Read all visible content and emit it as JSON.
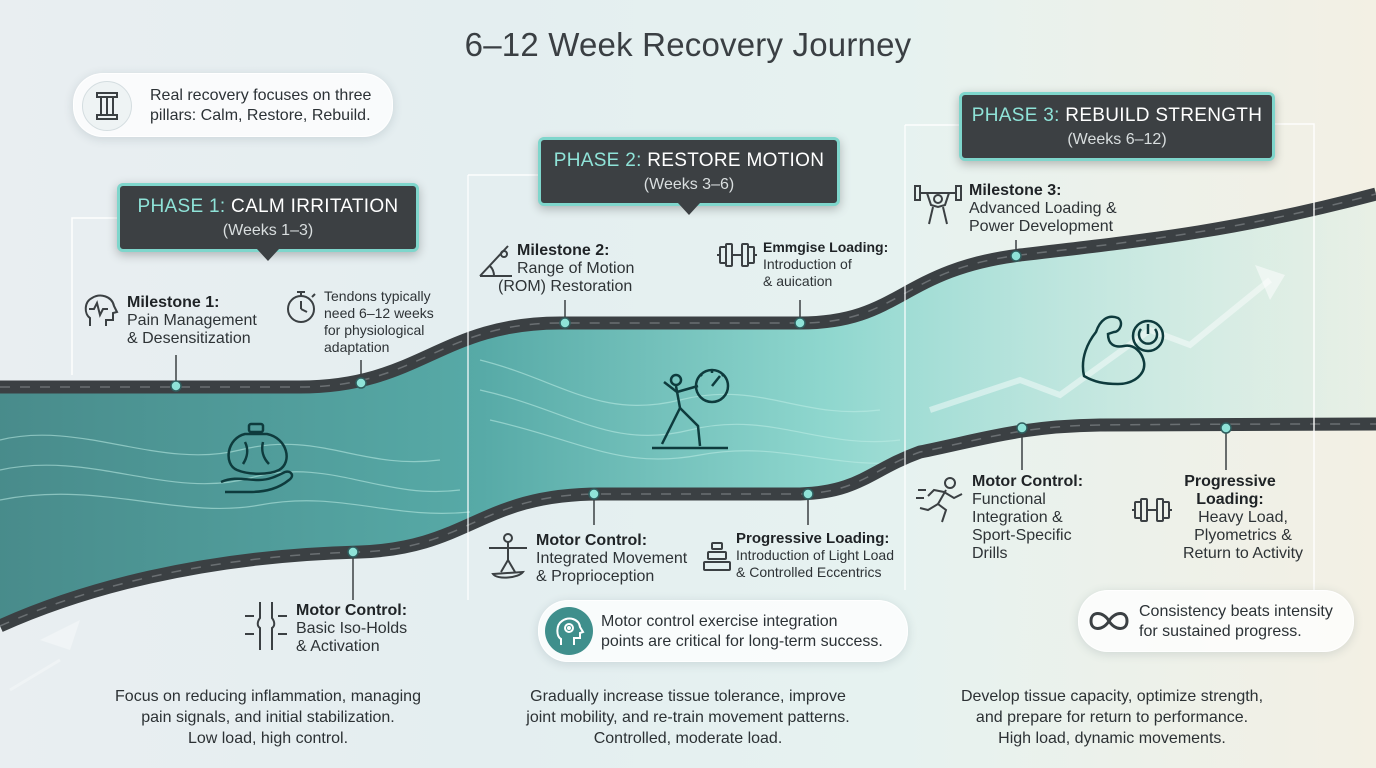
{
  "title": "6–12 Week Recovery Journey",
  "intro_note": {
    "icon": "pillar-icon",
    "line1": "Real recovery focuses on three",
    "line2": "pillars: Calm, Restore, Rebuild."
  },
  "phases": [
    {
      "number": "PHASE 1:",
      "name": "CALM IRRITATION",
      "weeks": "(Weeks 1–3)",
      "upper": [
        {
          "icon": "brain-pulse-icon",
          "title": "Milestone 1:",
          "lines": [
            "Pain Management",
            "& Desensitization"
          ]
        },
        {
          "icon": "stopwatch-icon",
          "title": "",
          "lines": [
            "Tendons typically",
            "need 6–12 weeks",
            "for physiological",
            "adaptation"
          ]
        }
      ],
      "lower": [
        {
          "icon": "knee-joint-icon",
          "title": "Motor Control:",
          "lines": [
            "Basic Iso-Holds",
            "& Activation"
          ]
        }
      ],
      "center_icon": "ice-pack-hand-icon",
      "description": [
        "Focus on reducing inflammation, managing",
        "pain signals, and initial stabilization.",
        "Low load, high control."
      ]
    },
    {
      "number": "PHASE 2:",
      "name": "RESTORE MOTION",
      "weeks": "(Weeks 3–6)",
      "upper": [
        {
          "icon": "range-of-motion-icon",
          "title": "Milestone 2:",
          "lines": [
            "Range of Motion",
            "(ROM) Restoration"
          ]
        },
        {
          "icon": "dumbbell-icon",
          "title": "Emmgise Loading:",
          "lines": [
            "Introduction of",
            "& auication"
          ]
        }
      ],
      "lower": [
        {
          "icon": "balance-board-icon",
          "title": "Motor Control:",
          "lines": [
            "Integrated Movement",
            "& Proprioception"
          ]
        },
        {
          "icon": "weight-stack-icon",
          "title": "Progressive Loading:",
          "lines": [
            "Introduction of Light Load",
            "& Controlled Eccentrics"
          ]
        }
      ],
      "center_icon": "stretching-figure-gauge-icon",
      "description": [
        "Gradually increase tissue tolerance, improve",
        "joint mobility, and re-train movement patterns.",
        "Controlled, moderate load."
      ]
    },
    {
      "number": "PHASE 3:",
      "name": "REBUILD STRENGTH",
      "weeks": "(Weeks 6–12)",
      "upper": [
        {
          "icon": "weightlifter-icon",
          "title": "Milestone 3:",
          "lines": [
            "Advanced Loading &",
            "Power Development"
          ]
        }
      ],
      "lower": [
        {
          "icon": "runner-icon",
          "title": "Motor Control:",
          "lines": [
            "Functional",
            "Integration &",
            "Sport-Specific",
            "Drills"
          ]
        },
        {
          "icon": "dumbbell-icon",
          "title": "Progressive Loading:",
          "lines": [
            "Heavy Load,",
            "Plyometrics &",
            "Return to Activity"
          ]
        }
      ],
      "center_icon": "flexed-arm-power-icon",
      "description": [
        "Develop tissue capacity, optimize strength,",
        "and prepare for return to performance.",
        "High load, dynamic movements."
      ]
    }
  ],
  "motor_note": {
    "icon": "head-gears-icon",
    "line1": "Motor control exercise integration",
    "line2": "points are critical for long-term success."
  },
  "consistency_note": {
    "icon": "infinity-icon",
    "line1": "Consistency beats intensity",
    "line2": "for sustained progress."
  },
  "colors": {
    "road": "#3b4043",
    "teal": "#5fc6bb",
    "teal_dark": "#2f7f7e",
    "phase_border": "#7fd6cc"
  }
}
